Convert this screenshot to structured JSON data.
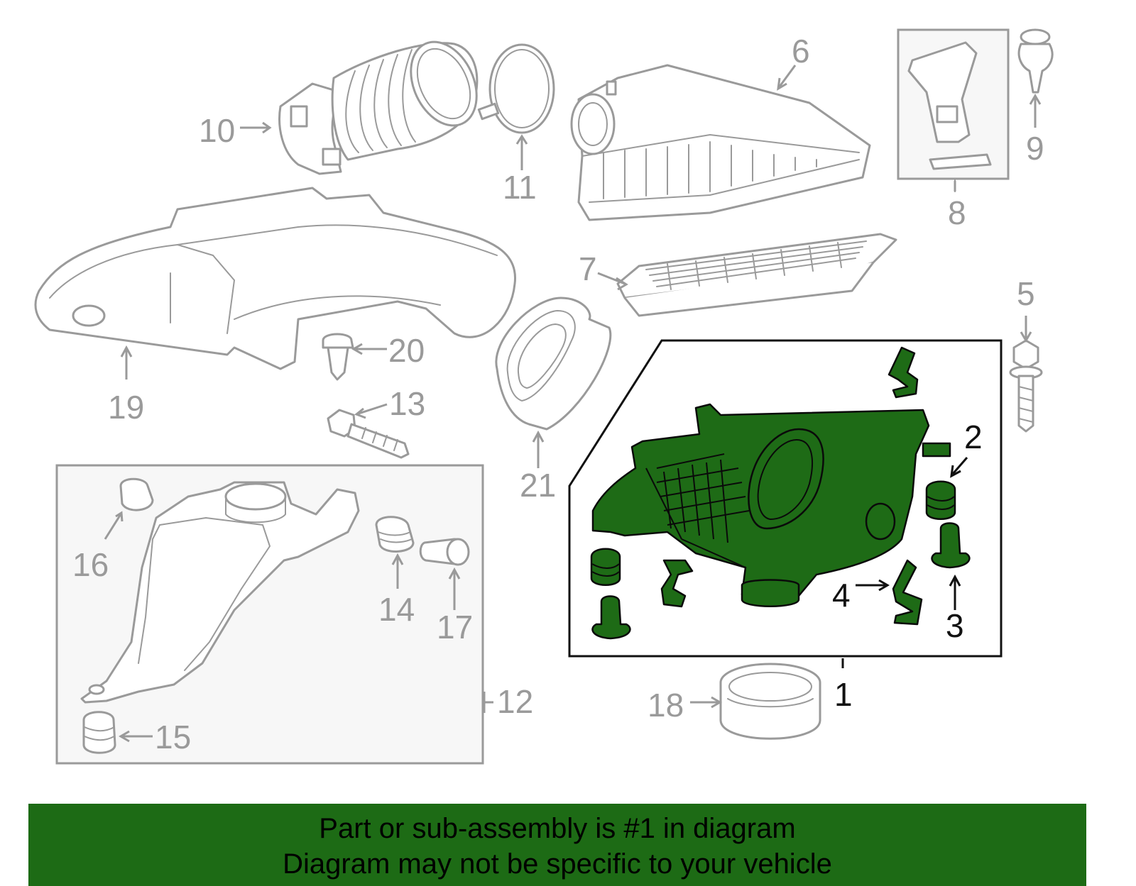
{
  "callouts": {
    "c1": "1",
    "c2": "2",
    "c3": "3",
    "c4": "4",
    "c5": "5",
    "c6": "6",
    "c7": "7",
    "c8": "8",
    "c9": "9",
    "c10": "10",
    "c11": "11",
    "c12": "12",
    "c13": "13",
    "c14": "14",
    "c15": "15",
    "c16": "16",
    "c17": "17",
    "c18": "18",
    "c19": "19",
    "c20": "20",
    "c21": "21"
  },
  "banner": {
    "line1": "Part or sub-assembly is #1 in diagram",
    "line2": "Diagram may not be specific to your vehicle"
  },
  "colors": {
    "highlight": "#1e6b16",
    "banner": "#1d6b15",
    "part_outline": "#9a9a9a"
  }
}
